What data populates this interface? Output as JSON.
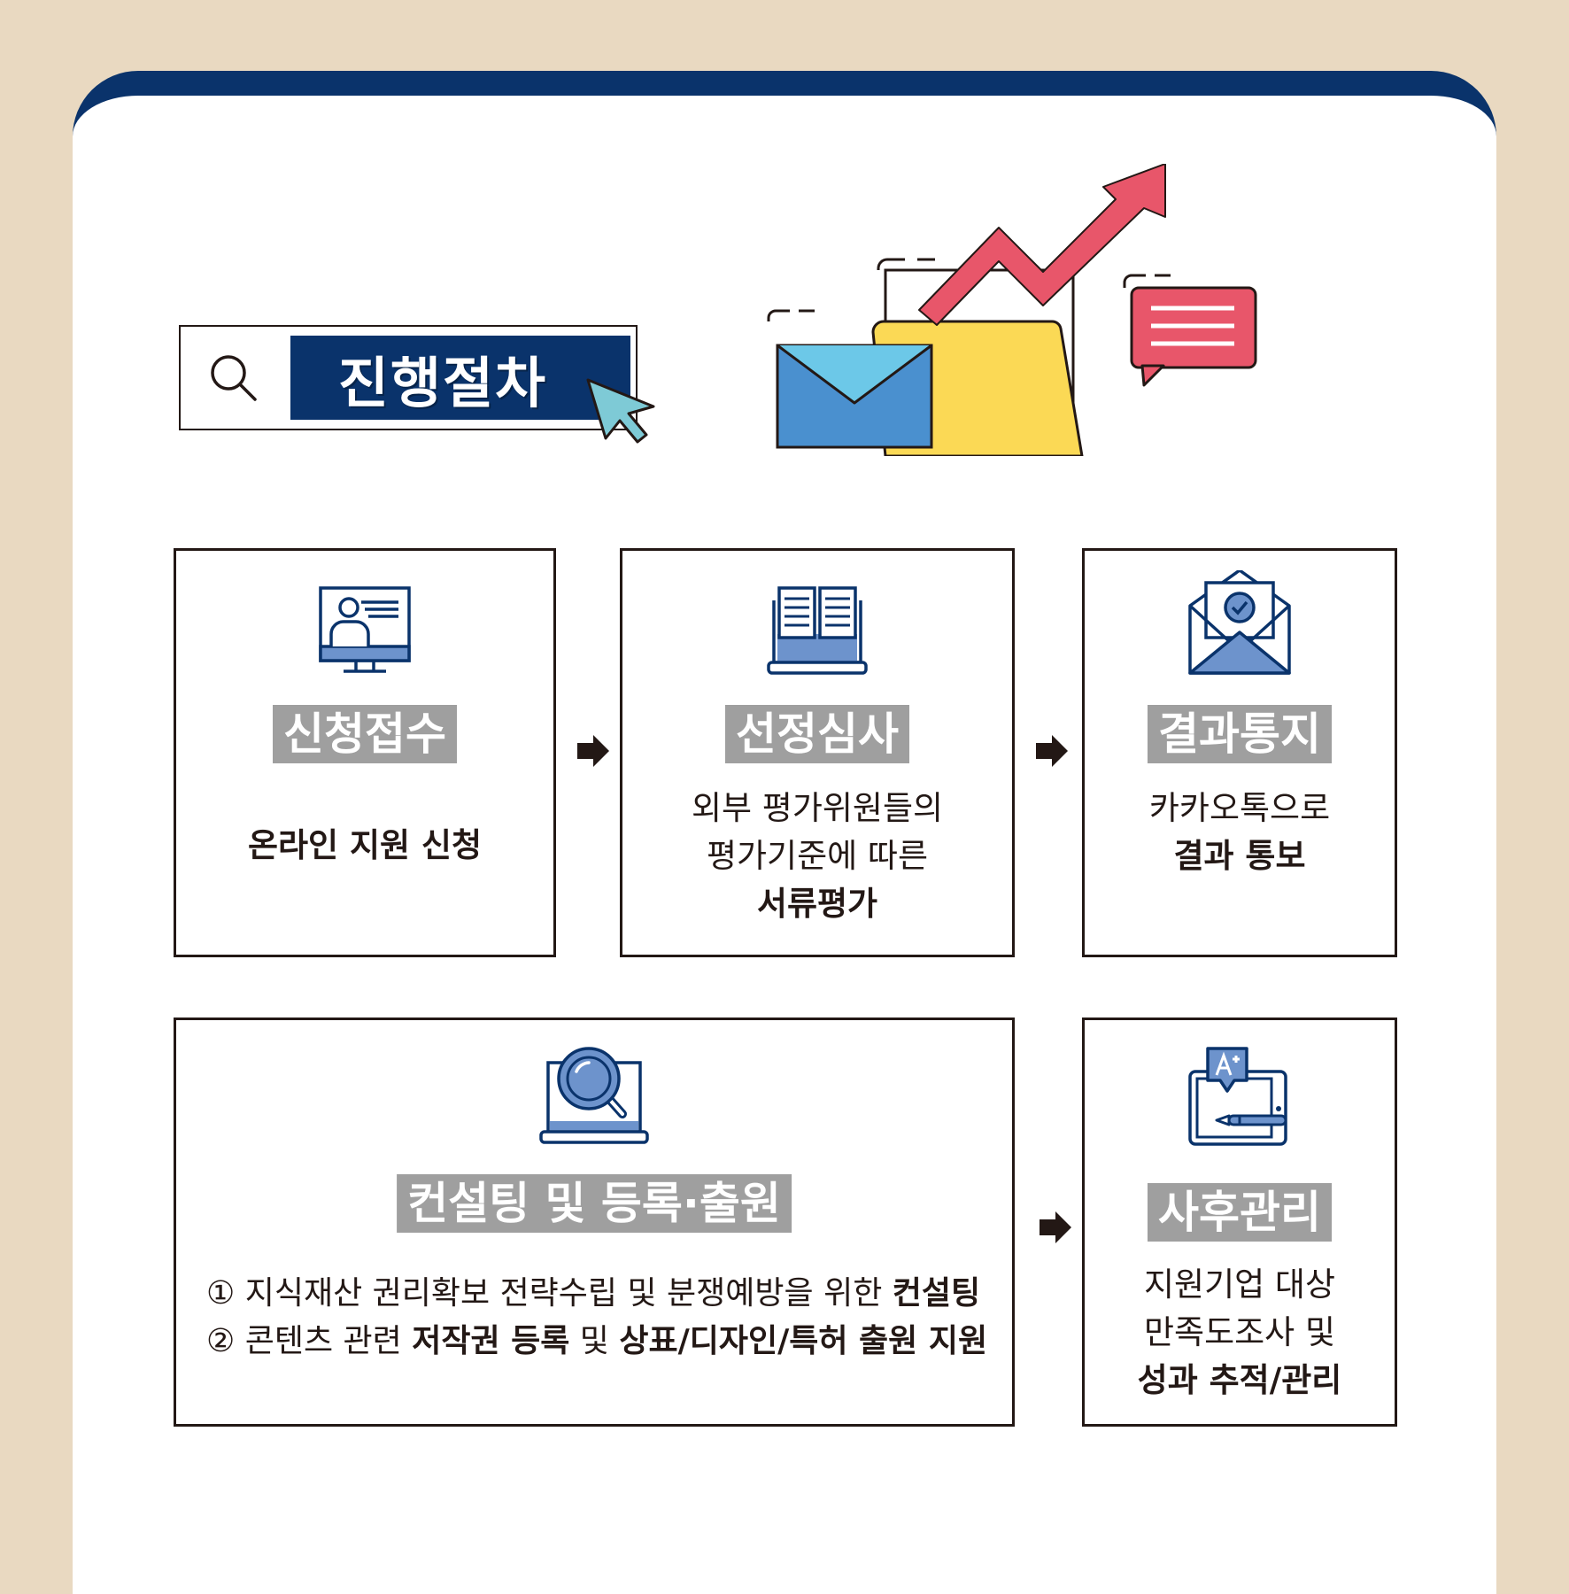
{
  "header": {
    "title": "진행절차"
  },
  "steps": [
    {
      "title": "신청접수",
      "lines": [
        {
          "bold": "온라인 지원 신청"
        }
      ]
    },
    {
      "title": "선정심사",
      "lines": [
        {
          "text": "외부 평가위원들의"
        },
        {
          "text": "평가기준에 따른"
        },
        {
          "bold": "서류평가"
        }
      ]
    },
    {
      "title": "결과통지",
      "lines": [
        {
          "text": "카카오톡으로"
        },
        {
          "bold": "결과 통보"
        }
      ]
    },
    {
      "title": "컨설팅 및 등록·출원",
      "items": [
        {
          "prefix": "① 지식재산 권리확보 전략수립 및 분쟁예방을 위한 ",
          "bold": "컨설팅"
        },
        {
          "prefix": "② 콘텐츠 관련 ",
          "bold": "저작권 등록",
          "mid": " 및 ",
          "bold2": "상표/디자인/특허 출원 지원"
        }
      ]
    },
    {
      "title": "사후관리",
      "lines": [
        {
          "text": "지원기업 대상"
        },
        {
          "text": "만족도조사 및"
        },
        {
          "bold": "성과 추적/관리"
        }
      ]
    }
  ],
  "icons": {
    "search": "search-icon",
    "cursor": "cursor-icon",
    "step1": "online-monitor-icon",
    "step2": "open-book-icon",
    "step3": "envelope-check-icon",
    "step4": "laptop-magnifier-icon",
    "step5": "tablet-grade-icon",
    "arrow": "arrow-right-icon"
  },
  "colors": {
    "navy": "#0a336b",
    "accent_blue": "#6d93cc",
    "title_gray": "#9f9f9f",
    "background": "#e9d9c1",
    "chart_red": "#e8566a",
    "folder_yellow": "#fbd955",
    "mail_blue": "#4a90cf",
    "mail_light": "#6cc8e8"
  }
}
